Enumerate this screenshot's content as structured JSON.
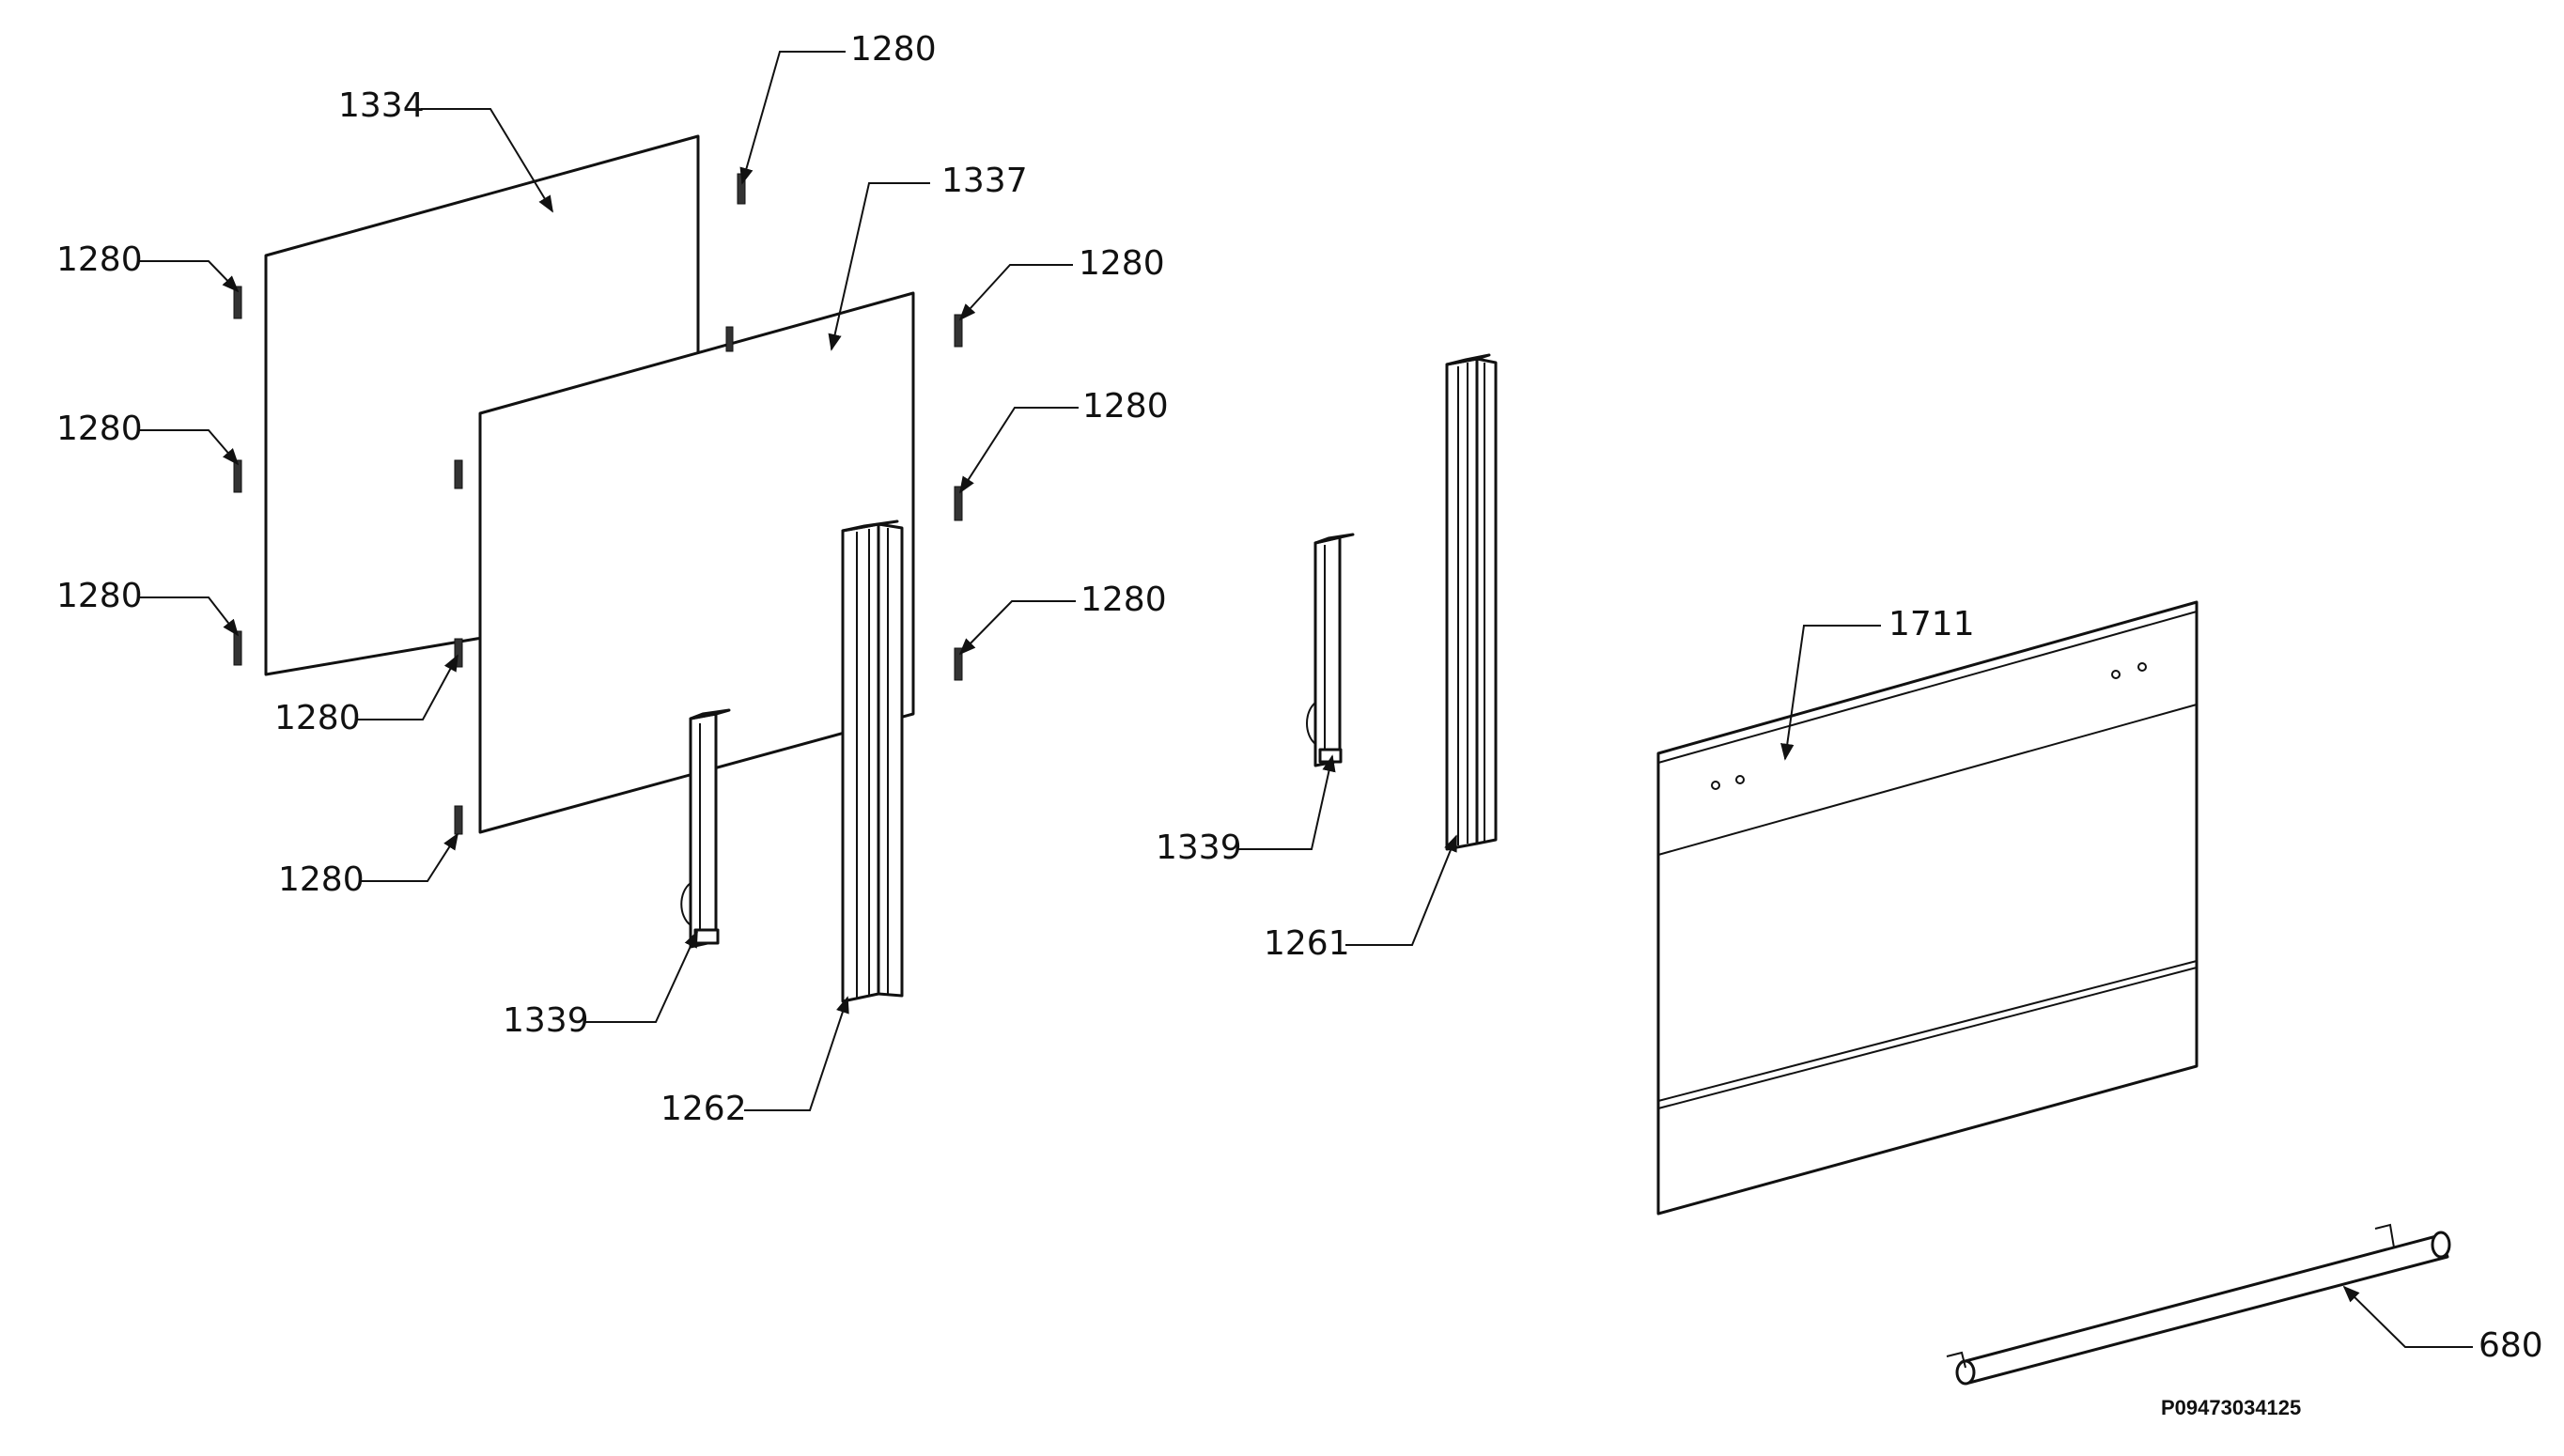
{
  "diagram": {
    "drawing_code": "P09473034125",
    "callouts": {
      "panel_rear": "1334",
      "panel_inner": "1337",
      "clip": "1280",
      "hinge_bracket": "1339",
      "channel_left": "1262",
      "channel_right": "1261",
      "door_front": "1711",
      "handle": "680"
    }
  }
}
